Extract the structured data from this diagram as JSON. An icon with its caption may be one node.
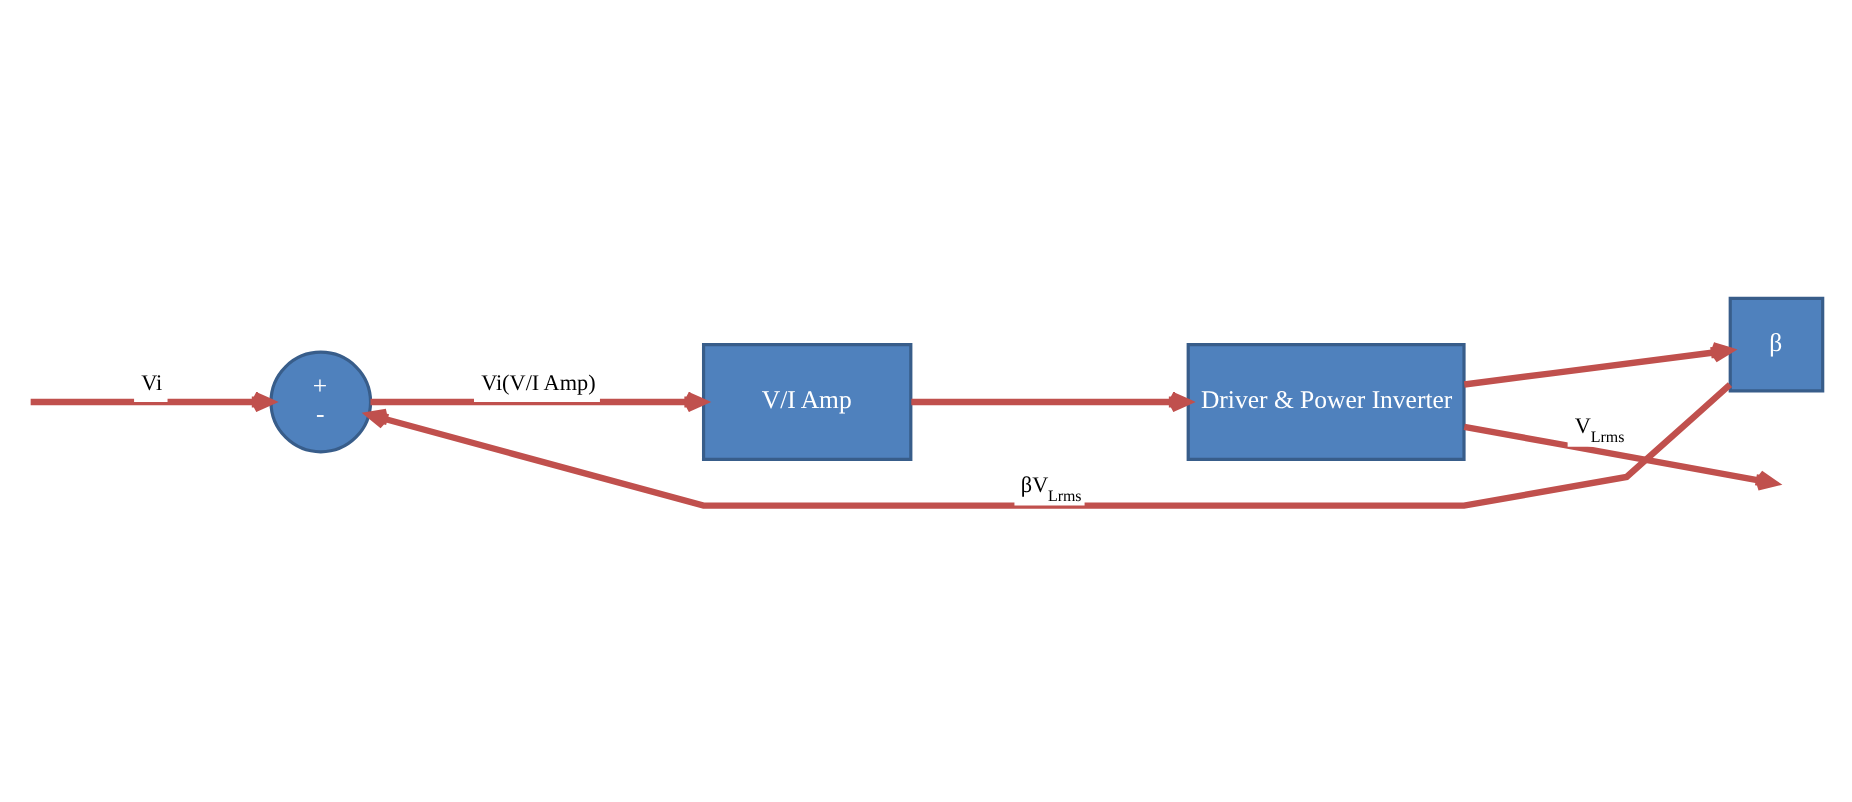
{
  "diagram": {
    "nodes": [
      {
        "text": [
          "+",
          "-"
        ]
      },
      {
        "text": [
          "V/I Amp"
        ]
      },
      {
        "text": [
          "Driver & Power Inverter"
        ]
      },
      {
        "text": [
          "β"
        ]
      }
    ],
    "edges": [
      {
        "from": null,
        "to": 0,
        "arrow": "to",
        "label": "Vi"
      },
      {
        "from": 0,
        "to": 1,
        "arrow": "to",
        "label": "Vi(V/I Amp)"
      },
      {
        "from": 1,
        "to": 2,
        "arrow": "to"
      },
      {
        "from": 2,
        "to": null,
        "arrow": "to",
        "label": "V$_{Lrms}$"
      },
      {
        "from": 2,
        "to": 3,
        "arrow": "to"
      },
      {
        "from": 3,
        "to": 0,
        "arrow": "to",
        "label": "βV$_{Lrms}$"
      }
    ]
  }
}
